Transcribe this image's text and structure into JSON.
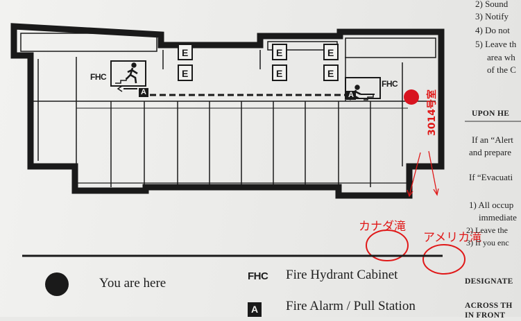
{
  "right_text": {
    "step2": "2) Sound",
    "step3": "3) Notify",
    "step4": "4) Do not",
    "step5": "5) Leave th",
    "step5_cont": "area wh",
    "step5_cont2": "of the C",
    "upon_heading": "UPON HE",
    "alert_line1": "If an “Alert",
    "alert_line2": "and prepare",
    "evac_line": "If “Evacuati",
    "all_occ": "1) All occup",
    "immediate": "immediate",
    "leave_the": "2) Leave the",
    "if_you": "3) If you enc",
    "designate": "DESIGNATE",
    "across": "ACROSS TH",
    "infront": "IN FRONT"
  },
  "floorplan": {
    "fhc_left": "FHC",
    "fhc_right": "FHC",
    "alarm_letter": "A",
    "exit_letter": "E"
  },
  "annotations": {
    "room_number": "3014号室",
    "canada_falls": "カナダ滝",
    "american_falls": "アメリカ滝",
    "color": "#e01818"
  },
  "legend": {
    "you_are_here": "You are here",
    "fhc_code": "FHC",
    "fire_hydrant": "Fire Hydrant Cabinet",
    "alarm_code": "A",
    "fire_alarm": "Fire Alarm / Pull Station"
  }
}
